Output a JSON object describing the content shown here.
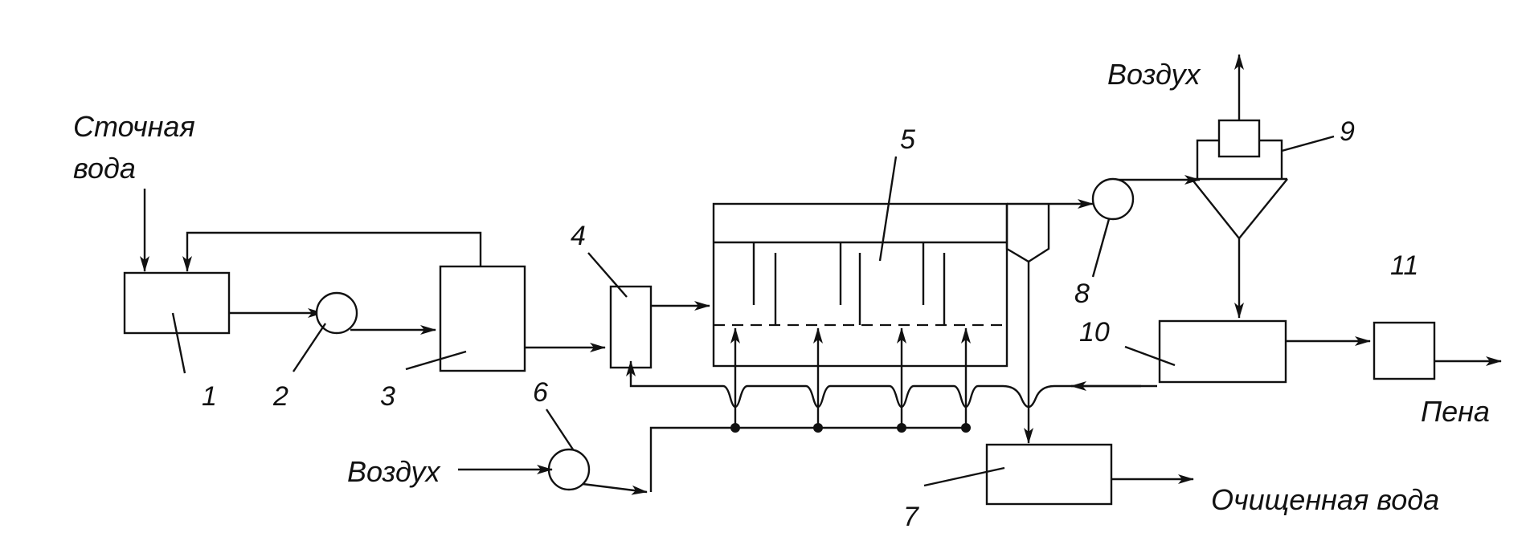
{
  "labels": {
    "wastewater_line1": "Сточная",
    "wastewater_line2": "вода",
    "air_top": "Воздух",
    "air_left": "Воздух",
    "foam": "Пена",
    "clean_water": "Очищенная вода"
  },
  "numbers": {
    "n1": "1",
    "n2": "2",
    "n3": "3",
    "n4": "4",
    "n5": "5",
    "n6": "6",
    "n7": "7",
    "n8": "8",
    "n9": "9",
    "n10": "10",
    "n11": "11"
  }
}
